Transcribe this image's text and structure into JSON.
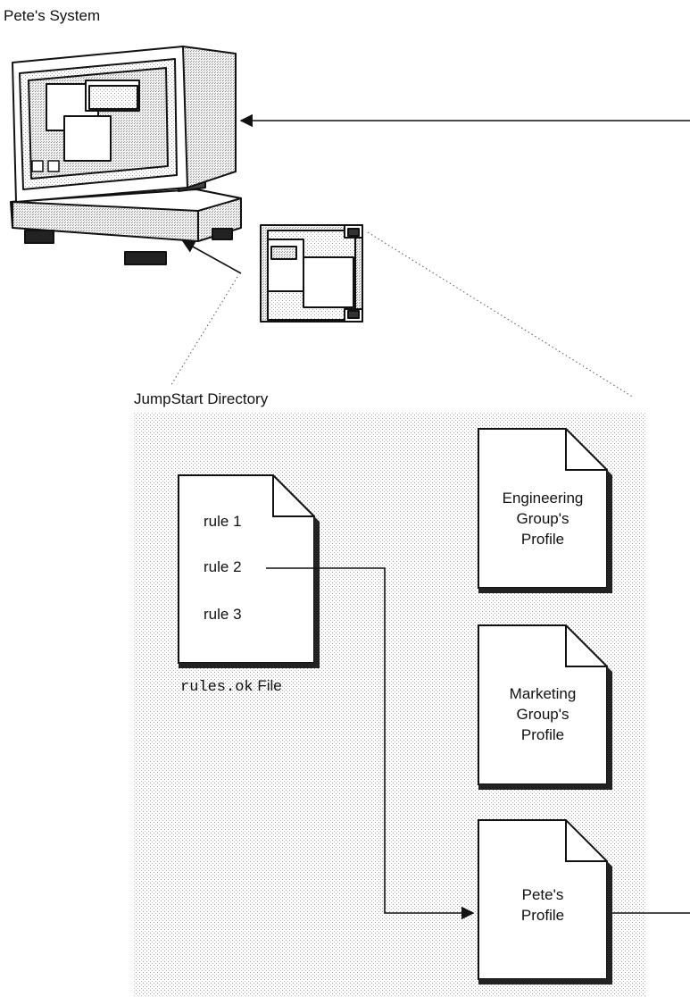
{
  "system": {
    "label": "Pete's System"
  },
  "directory": {
    "label": "JumpStart Directory"
  },
  "rules_file": {
    "rules": [
      "rule 1",
      "rule 2",
      "rule 3"
    ],
    "filename": "rules.ok",
    "suffix": "File"
  },
  "profiles": [
    {
      "line1": "Engineering",
      "line2": "Group's",
      "line3": "Profile"
    },
    {
      "line1": "Marketing",
      "line2": "Group's",
      "line3": "Profile"
    },
    {
      "line1": "Pete's",
      "line2": "Profile"
    }
  ]
}
